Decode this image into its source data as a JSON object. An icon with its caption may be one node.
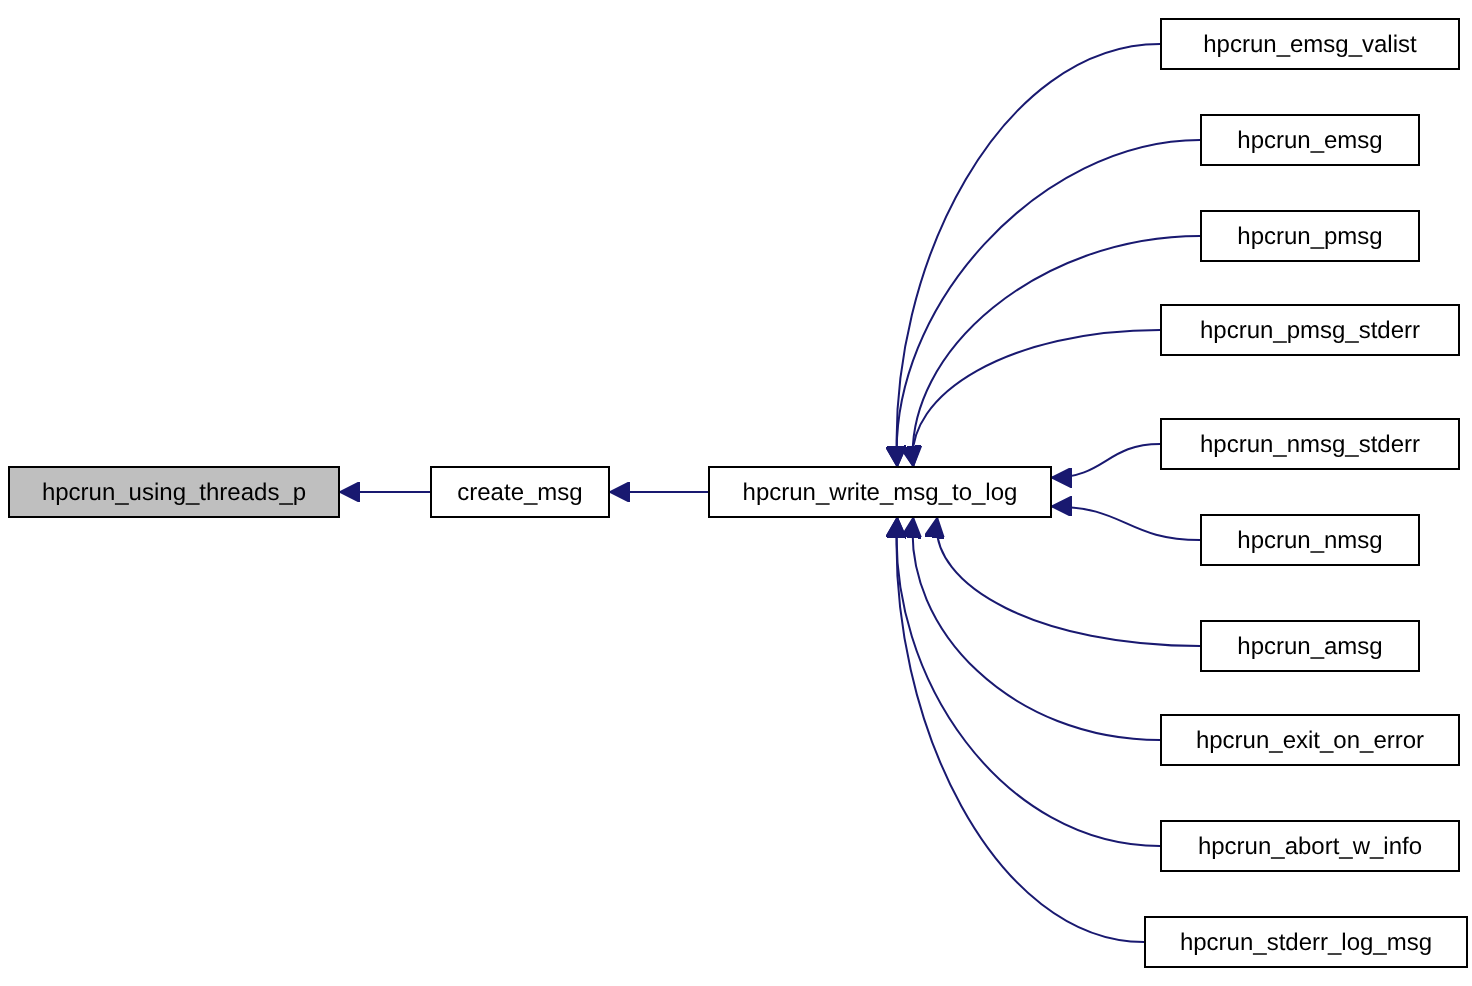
{
  "diagram": {
    "nodes": [
      {
        "text": [
          "hpcrun_using_threads_p"
        ]
      },
      {
        "text": [
          "create_msg"
        ]
      },
      {
        "text": [
          "hpcrun_write_msg_to_log"
        ]
      },
      {
        "text": [
          "hpcrun_emsg_valist"
        ]
      },
      {
        "text": [
          "hpcrun_emsg"
        ]
      },
      {
        "text": [
          "hpcrun_pmsg"
        ]
      },
      {
        "text": [
          "hpcrun_pmsg_stderr"
        ]
      },
      {
        "text": [
          "hpcrun_nmsg_stderr"
        ]
      },
      {
        "text": [
          "hpcrun_nmsg"
        ]
      },
      {
        "text": [
          "hpcrun_amsg"
        ]
      },
      {
        "text": [
          "hpcrun_exit_on_error"
        ]
      },
      {
        "text": [
          "hpcrun_abort_w_info"
        ]
      },
      {
        "text": [
          "hpcrun_stderr_log_msg"
        ]
      }
    ],
    "edges": [
      {
        "from": 1,
        "to": 0,
        "arrow": "to"
      },
      {
        "from": 2,
        "to": 1,
        "arrow": "to"
      },
      {
        "from": 3,
        "to": 2,
        "arrow": "to"
      },
      {
        "from": 4,
        "to": 2,
        "arrow": "to"
      },
      {
        "from": 5,
        "to": 2,
        "arrow": "to"
      },
      {
        "from": 6,
        "to": 2,
        "arrow": "to"
      },
      {
        "from": 7,
        "to": 2,
        "arrow": "to"
      },
      {
        "from": 8,
        "to": 2,
        "arrow": "to"
      },
      {
        "from": 9,
        "to": 2,
        "arrow": "to"
      },
      {
        "from": 10,
        "to": 2,
        "arrow": "to"
      },
      {
        "from": 11,
        "to": 2,
        "arrow": "to"
      },
      {
        "from": 12,
        "to": 2,
        "arrow": "to"
      }
    ]
  }
}
